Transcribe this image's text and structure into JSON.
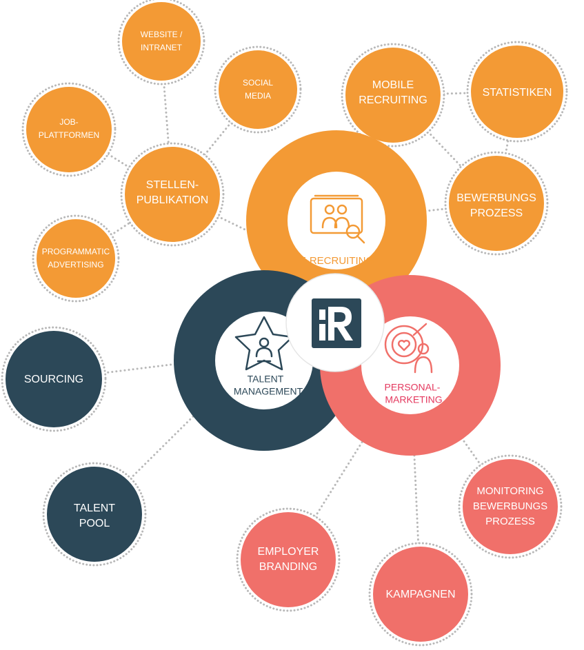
{
  "colors": {
    "orange": "#f39a35",
    "navy": "#2c4858",
    "coral": "#f0706a",
    "white": "#ffffff",
    "dots": "#b8b8b8"
  },
  "center": {
    "logo_icon": "hr-logo-icon"
  },
  "hubs": {
    "erecruiting": {
      "icon": "people-search-icon",
      "label": "E-RECRUITING"
    },
    "talent": {
      "icon": "star-person-icon",
      "label_line1": "TALENT",
      "label_line2": "MANAGEMENT"
    },
    "personal": {
      "icon": "target-heart-person-icon",
      "label_line1": "PERSONAL-",
      "label_line2": "MARKETING"
    }
  },
  "nodes": {
    "website": {
      "line1": "WEBSITE /",
      "line2": "INTRANET"
    },
    "social": {
      "line1": "SOCIAL",
      "line2": "MEDIA"
    },
    "job": {
      "line1": "JOB-",
      "line2": "PLATTFORMEN"
    },
    "stellen": {
      "line1": "STELLEN-",
      "line2": "PUBLIKATION"
    },
    "programmatic": {
      "line1": "PROGRAMMATIC",
      "line2": "ADVERTISING"
    },
    "mobile": {
      "line1": "MOBILE",
      "line2": "RECRUITING"
    },
    "statistiken": {
      "line1": "STATISTIKEN"
    },
    "bewerbungs": {
      "line1": "BEWERBUNGS",
      "line2": "PROZESS"
    },
    "sourcing": {
      "line1": "SOURCING"
    },
    "talentpool": {
      "line1": "TALENT",
      "line2": "POOL"
    },
    "employer": {
      "line1": "EMPLOYER",
      "line2": "BRANDING"
    },
    "kampagnen": {
      "line1": "KAMPAGNEN"
    },
    "monitoring": {
      "line1": "MONITORING",
      "line2": "BEWERBUNGS",
      "line3": "PROZESS"
    }
  }
}
